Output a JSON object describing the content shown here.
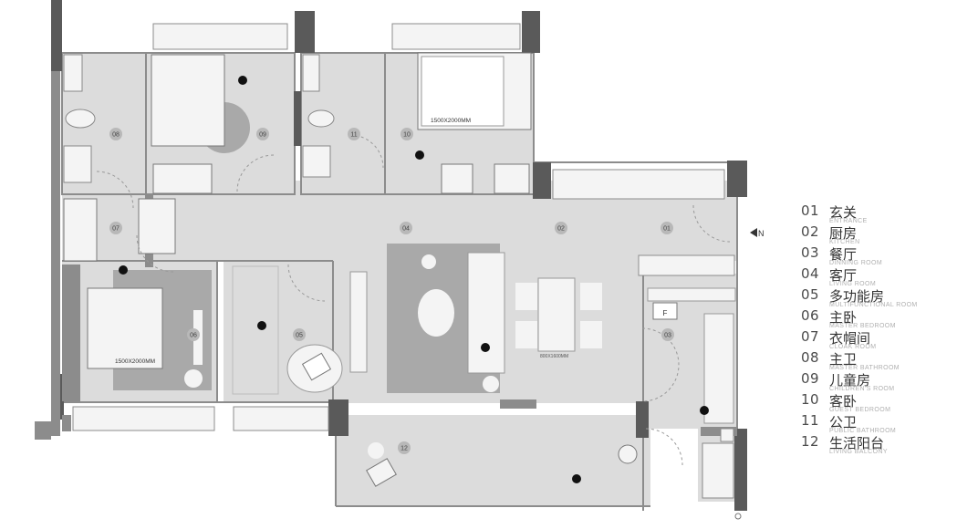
{
  "colors": {
    "floor": "#dcdcdc",
    "wall": "#8c8c8c",
    "wall_dark": "#5a5a5a",
    "rug": "#a9a9a9",
    "furniture": "#f4f4f4",
    "room_marker": "#b8b8b8",
    "legend_text": "#333333",
    "legend_en": "#b0b0b0"
  },
  "plan": {
    "rooms": [
      {
        "id": "01",
        "label": "01"
      },
      {
        "id": "02",
        "label": "02"
      },
      {
        "id": "03",
        "label": "03"
      },
      {
        "id": "04",
        "label": "04"
      },
      {
        "id": "05",
        "label": "05"
      },
      {
        "id": "06",
        "label": "06"
      },
      {
        "id": "07",
        "label": "07"
      },
      {
        "id": "08",
        "label": "08"
      },
      {
        "id": "09",
        "label": "09"
      },
      {
        "id": "10",
        "label": "10"
      },
      {
        "id": "11",
        "label": "11"
      },
      {
        "id": "12",
        "label": "12"
      }
    ],
    "bed_labels": {
      "guest": "1500X2000MM",
      "master": "1500X2000MM",
      "dining": "800X1600MM"
    },
    "entrance_marker": "N",
    "fridge_label": "F"
  },
  "legend": [
    {
      "num": "01",
      "zh": "玄关",
      "en": "ENTRANCE"
    },
    {
      "num": "02",
      "zh": "厨房",
      "en": "KITCHEN"
    },
    {
      "num": "03",
      "zh": "餐厅",
      "en": "DINNING ROOM"
    },
    {
      "num": "04",
      "zh": "客厅",
      "en": "LIVING ROOM"
    },
    {
      "num": "05",
      "zh": "多功能房",
      "en": "MULTIFUNCTIONAL ROOM"
    },
    {
      "num": "06",
      "zh": "主卧",
      "en": "MASTER BEDROOM"
    },
    {
      "num": "07",
      "zh": "衣帽间",
      "en": "CLOAK ROOM"
    },
    {
      "num": "08",
      "zh": "主卫",
      "en": "MASTER BATHROOM"
    },
    {
      "num": "09",
      "zh": "儿童房",
      "en": "CHILDREN'S ROOM"
    },
    {
      "num": "10",
      "zh": "客卧",
      "en": "GUEST BEDROOM"
    },
    {
      "num": "11",
      "zh": "公卫",
      "en": "PUBLIC BATHROOM"
    },
    {
      "num": "12",
      "zh": "生活阳台",
      "en": "LIVING BALCONY"
    }
  ]
}
